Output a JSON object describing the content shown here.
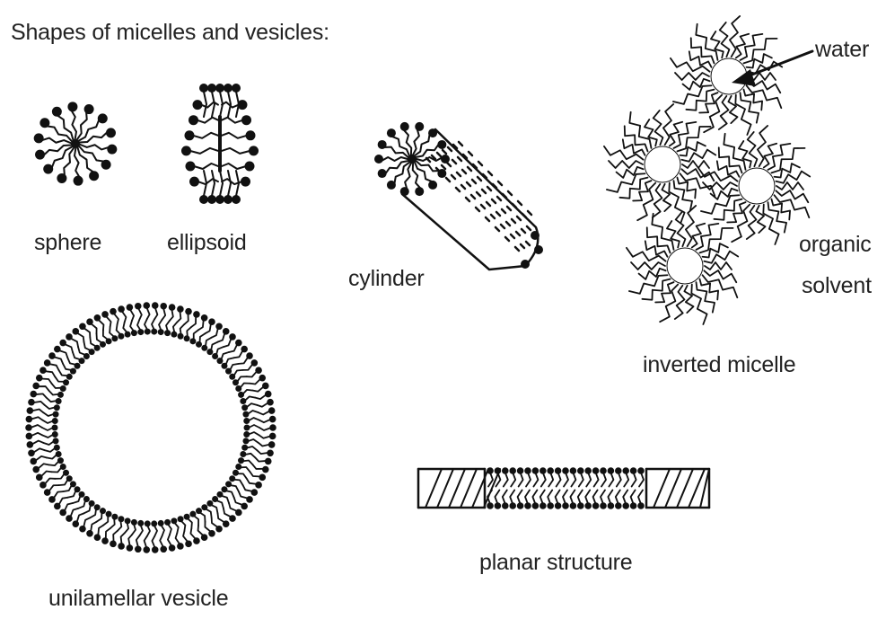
{
  "title": "Shapes of micelles and vesicles:",
  "labels": {
    "sphere": "sphere",
    "ellipsoid": "ellipsoid",
    "cylinder": "cylinder",
    "water": "water",
    "organic": "organic",
    "solvent": "solvent",
    "inverted_micelle": "inverted micelle",
    "planar_structure": "planar structure",
    "unilamellar_vesicle": "unilamellar vesicle"
  },
  "colors": {
    "ink": "#111111",
    "text": "#222222",
    "background": "#ffffff"
  }
}
